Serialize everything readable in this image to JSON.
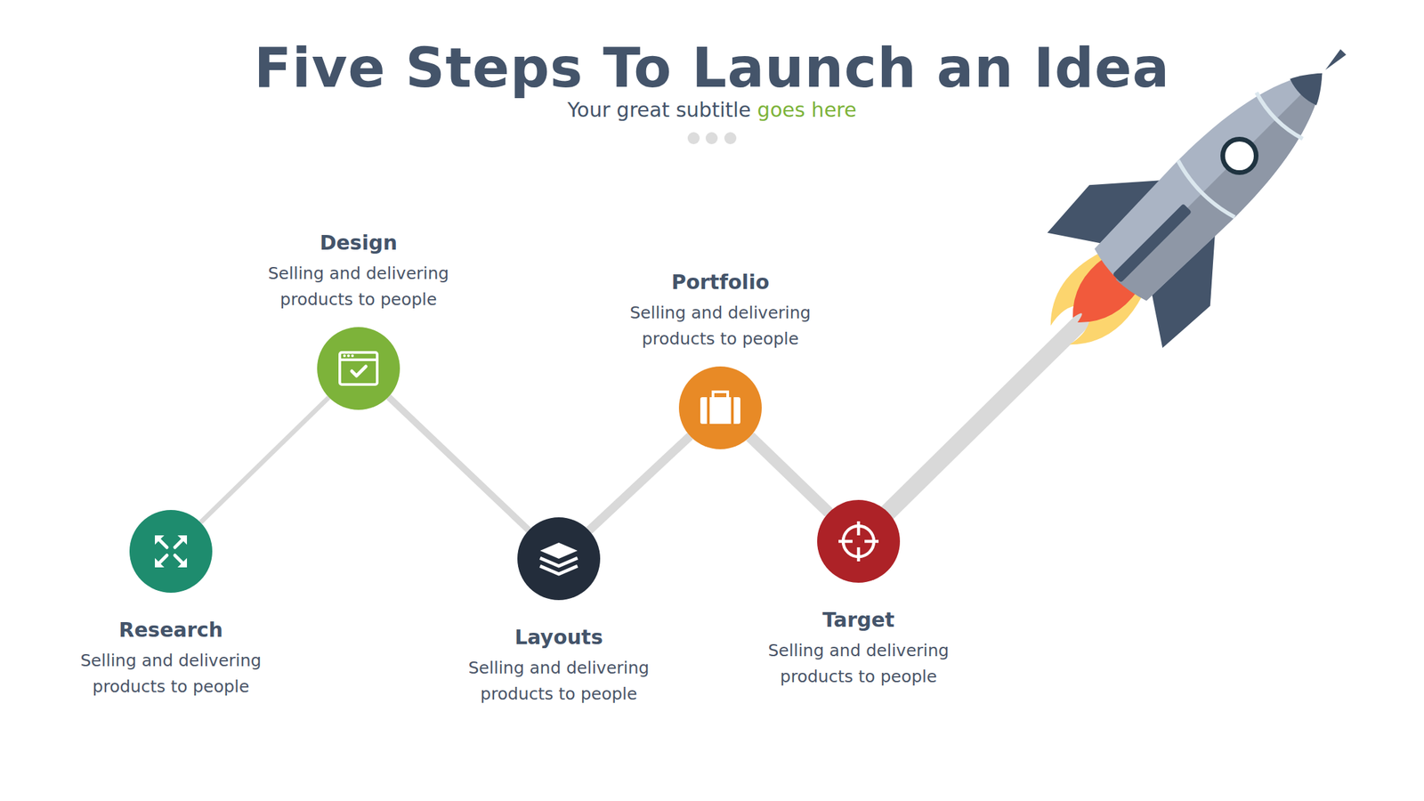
{
  "diagram": {
    "title": "Five Steps To Launch an Idea",
    "nodes": [
      {
        "text": [
          "Research",
          "Selling and delivering products to people"
        ]
      },
      {
        "text": [
          "Design",
          "Selling and delivering products to people"
        ]
      },
      {
        "text": [
          "Layouts",
          "Selling and delivering products to people"
        ]
      },
      {
        "text": [
          "Portfolio",
          "Selling and delivering products to people"
        ]
      },
      {
        "text": [
          "Target",
          "Selling and delivering products to people"
        ]
      }
    ],
    "edges": [
      {
        "from": 0,
        "to": 1,
        "arrow": "none"
      },
      {
        "from": 1,
        "to": 2,
        "arrow": "none"
      },
      {
        "from": 2,
        "to": 3,
        "arrow": "none"
      },
      {
        "from": 3,
        "to": 4,
        "arrow": "none"
      }
    ],
    "labels": [
      "Your great subtitle",
      "goes here"
    ]
  }
}
